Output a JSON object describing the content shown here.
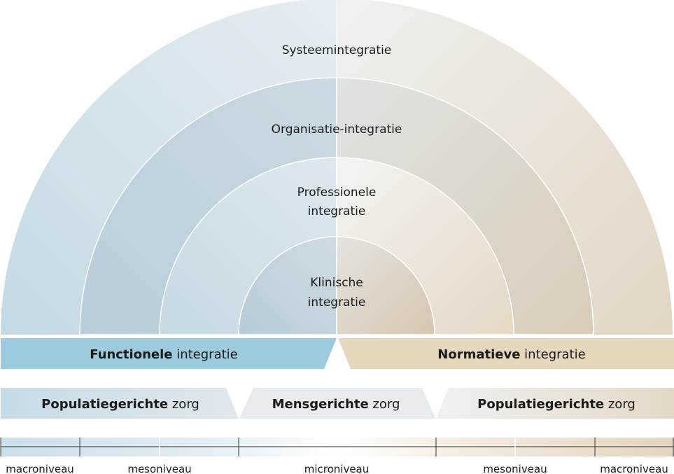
{
  "rings": [
    {
      "line1": "Systeemintegratie",
      "line2": ""
    },
    {
      "line1": "Organisatie-integratie",
      "line2": ""
    },
    {
      "line1": "Professionele",
      "line2": "integratie"
    },
    {
      "line1": "Klinische",
      "line2": "integratie"
    }
  ],
  "integration_bar": {
    "left": {
      "bold": "Functionele",
      "rest": " integratie"
    },
    "right": {
      "bold": "Normatieve",
      "rest": " integratie"
    }
  },
  "care_bar": {
    "left": {
      "bold": "Populatiegerichte",
      "rest": " zorg"
    },
    "middle": {
      "bold": "Mensgerichte",
      "rest": " zorg"
    },
    "right": {
      "bold": "Populatiegerichte",
      "rest": " zorg"
    }
  },
  "levels": [
    "macroniveau",
    "mesoniveau",
    "microniveau",
    "mesoniveau",
    "macroniveau"
  ],
  "colors": {
    "blue": "#9ccade",
    "beige": "#e6d6bb",
    "light_blue": "#dbe8ef",
    "light_beige": "#efe7dc"
  }
}
